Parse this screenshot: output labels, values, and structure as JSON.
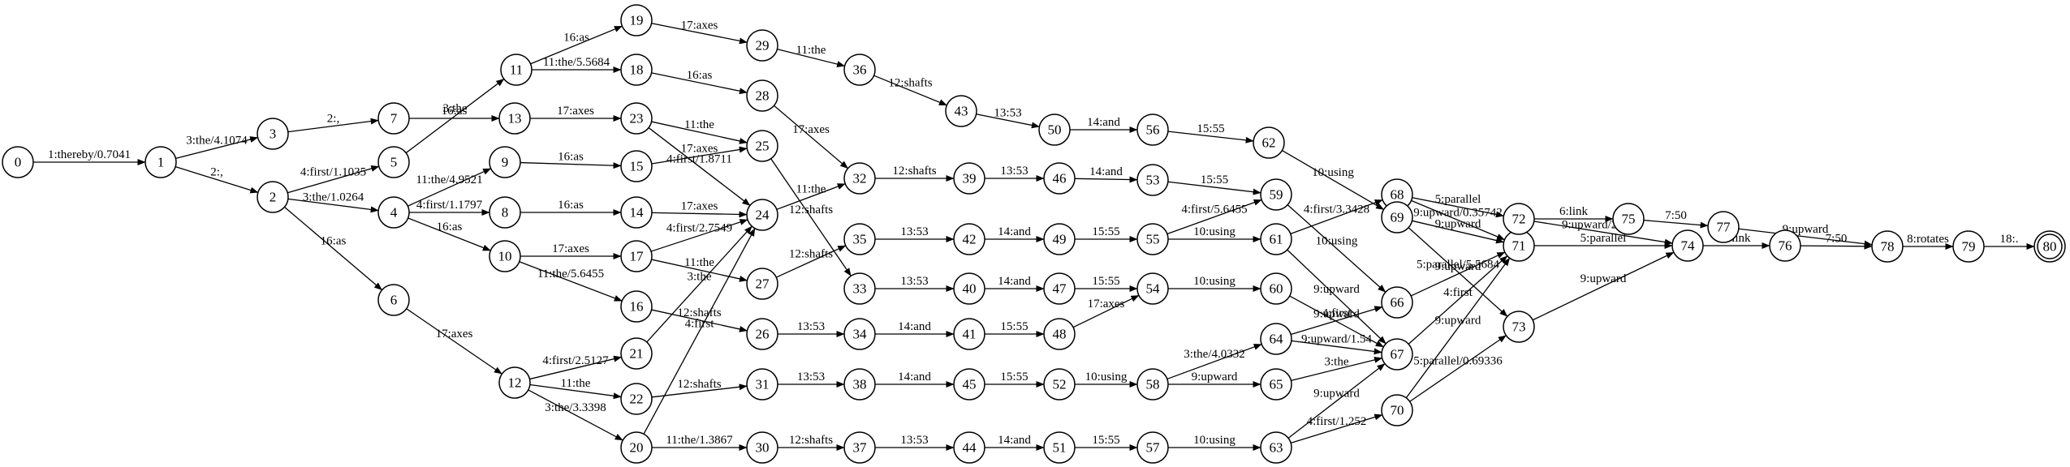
{
  "graph": {
    "start_node": "0",
    "final_node": "80",
    "nodes": [
      "0",
      "1",
      "2",
      "3",
      "4",
      "5",
      "6",
      "7",
      "8",
      "9",
      "10",
      "11",
      "12",
      "13",
      "14",
      "15",
      "16",
      "17",
      "18",
      "19",
      "20",
      "21",
      "22",
      "23",
      "24",
      "25",
      "26",
      "27",
      "28",
      "29",
      "30",
      "31",
      "32",
      "33",
      "34",
      "35",
      "36",
      "37",
      "38",
      "39",
      "40",
      "41",
      "42",
      "43",
      "44",
      "45",
      "46",
      "47",
      "48",
      "49",
      "50",
      "51",
      "52",
      "53",
      "54",
      "55",
      "56",
      "57",
      "58",
      "59",
      "60",
      "61",
      "62",
      "63",
      "64",
      "65",
      "66",
      "67",
      "68",
      "69",
      "70",
      "71",
      "72",
      "73",
      "74",
      "75",
      "76",
      "77",
      "78",
      "79",
      "80"
    ],
    "edges": [
      {
        "from": "0",
        "to": "1",
        "label": "1:thereby/0.7041"
      },
      {
        "from": "1",
        "to": "3",
        "label": "3:the/4.1074"
      },
      {
        "from": "1",
        "to": "2",
        "label": "2:,"
      },
      {
        "from": "3",
        "to": "7",
        "label": "2:,"
      },
      {
        "from": "2",
        "to": "5",
        "label": "4:first/1.1035"
      },
      {
        "from": "2",
        "to": "4",
        "label": "3:the/1.0264"
      },
      {
        "from": "2",
        "to": "6",
        "label": "16:as"
      },
      {
        "from": "5",
        "to": "11",
        "label": "3:the"
      },
      {
        "from": "7",
        "to": "13",
        "label": "16:as"
      },
      {
        "from": "4",
        "to": "9",
        "label": "11:the/4.9521"
      },
      {
        "from": "4",
        "to": "8",
        "label": "4:first/1.1797"
      },
      {
        "from": "4",
        "to": "10",
        "label": "16:as"
      },
      {
        "from": "6",
        "to": "12",
        "label": "17:axes"
      },
      {
        "from": "11",
        "to": "19",
        "label": "16:as"
      },
      {
        "from": "11",
        "to": "18",
        "label": "11:the/5.5684"
      },
      {
        "from": "13",
        "to": "23",
        "label": "17:axes"
      },
      {
        "from": "9",
        "to": "15",
        "label": "16:as"
      },
      {
        "from": "8",
        "to": "14",
        "label": "16:as"
      },
      {
        "from": "10",
        "to": "17",
        "label": "17:axes"
      },
      {
        "from": "10",
        "to": "16",
        "label": "11:the/5.6455"
      },
      {
        "from": "12",
        "to": "21",
        "label": "4:first/2.5127"
      },
      {
        "from": "12",
        "to": "22",
        "label": "11:the"
      },
      {
        "from": "12",
        "to": "20",
        "label": "3:the/3.3398"
      },
      {
        "from": "19",
        "to": "29",
        "label": "17:axes"
      },
      {
        "from": "18",
        "to": "28",
        "label": "16:as"
      },
      {
        "from": "23",
        "to": "25",
        "label": "11:the"
      },
      {
        "from": "23",
        "to": "24",
        "label": "4:first/1.8711"
      },
      {
        "from": "15",
        "to": "25",
        "label": "17:axes"
      },
      {
        "from": "14",
        "to": "24",
        "label": "17:axes"
      },
      {
        "from": "17",
        "to": "24",
        "label": "4:first/2.7549"
      },
      {
        "from": "17",
        "to": "27",
        "label": "11:the"
      },
      {
        "from": "16",
        "to": "26",
        "label": "12:shafts"
      },
      {
        "from": "21",
        "to": "24",
        "label": "3:the"
      },
      {
        "from": "22",
        "to": "31",
        "label": "12:shafts"
      },
      {
        "from": "20",
        "to": "24",
        "label": "4:first"
      },
      {
        "from": "20",
        "to": "30",
        "label": "11:the/1.3867"
      },
      {
        "from": "29",
        "to": "36",
        "label": "11:the"
      },
      {
        "from": "28",
        "to": "32",
        "label": "17:axes"
      },
      {
        "from": "25",
        "to": "33",
        "label": "12:shafts"
      },
      {
        "from": "24",
        "to": "32",
        "label": "11:the"
      },
      {
        "from": "27",
        "to": "35",
        "label": "12:shafts"
      },
      {
        "from": "26",
        "to": "34",
        "label": "13:53"
      },
      {
        "from": "31",
        "to": "38",
        "label": "13:53"
      },
      {
        "from": "30",
        "to": "37",
        "label": "12:shafts"
      },
      {
        "from": "36",
        "to": "43",
        "label": "12:shafts"
      },
      {
        "from": "32",
        "to": "39",
        "label": "12:shafts"
      },
      {
        "from": "35",
        "to": "42",
        "label": "13:53"
      },
      {
        "from": "33",
        "to": "40",
        "label": "13:53"
      },
      {
        "from": "34",
        "to": "41",
        "label": "14:and"
      },
      {
        "from": "38",
        "to": "45",
        "label": "14:and"
      },
      {
        "from": "37",
        "to": "44",
        "label": "13:53"
      },
      {
        "from": "43",
        "to": "50",
        "label": "13:53"
      },
      {
        "from": "39",
        "to": "46",
        "label": "13:53"
      },
      {
        "from": "42",
        "to": "49",
        "label": "14:and"
      },
      {
        "from": "40",
        "to": "47",
        "label": "14:and"
      },
      {
        "from": "41",
        "to": "48",
        "label": "15:55"
      },
      {
        "from": "45",
        "to": "52",
        "label": "15:55"
      },
      {
        "from": "44",
        "to": "51",
        "label": "14:and"
      },
      {
        "from": "50",
        "to": "56",
        "label": "14:and"
      },
      {
        "from": "46",
        "to": "53",
        "label": "14:and"
      },
      {
        "from": "49",
        "to": "55",
        "label": "15:55"
      },
      {
        "from": "47",
        "to": "54",
        "label": "15:55"
      },
      {
        "from": "48",
        "to": "54",
        "label": "17:axes"
      },
      {
        "from": "52",
        "to": "58",
        "label": "10:using"
      },
      {
        "from": "51",
        "to": "57",
        "label": "15:55"
      },
      {
        "from": "56",
        "to": "62",
        "label": "15:55"
      },
      {
        "from": "53",
        "to": "59",
        "label": "15:55"
      },
      {
        "from": "55",
        "to": "59",
        "label": "4:first/5.6455"
      },
      {
        "from": "55",
        "to": "61",
        "label": "10:using"
      },
      {
        "from": "54",
        "to": "60",
        "label": "10:using"
      },
      {
        "from": "58",
        "to": "64",
        "label": "3:the/4.0332"
      },
      {
        "from": "58",
        "to": "65",
        "label": "9:upward"
      },
      {
        "from": "57",
        "to": "63",
        "label": "10:using"
      },
      {
        "from": "62",
        "to": "69",
        "label": "10:using"
      },
      {
        "from": "59",
        "to": "66",
        "label": "10:using"
      },
      {
        "from": "61",
        "to": "68",
        "label": "4:first/3.3428"
      },
      {
        "from": "61",
        "to": "67",
        "label": "9:upward"
      },
      {
        "from": "60",
        "to": "67",
        "label": "9:upward"
      },
      {
        "from": "64",
        "to": "66",
        "label": "4:first"
      },
      {
        "from": "64",
        "to": "67",
        "label": "9:upward/1.54"
      },
      {
        "from": "65",
        "to": "67",
        "label": "3:the"
      },
      {
        "from": "63",
        "to": "67",
        "label": "9:upward"
      },
      {
        "from": "63",
        "to": "70",
        "label": "4:first/1.252"
      },
      {
        "from": "68",
        "to": "72",
        "label": "5:parallel"
      },
      {
        "from": "68",
        "to": "71",
        "label": "9:upward/0.35742"
      },
      {
        "from": "69",
        "to": "71",
        "label": "9:upward"
      },
      {
        "from": "69",
        "to": "73",
        "label": "5:parallel/5.5684"
      },
      {
        "from": "66",
        "to": "71",
        "label": "9:upward"
      },
      {
        "from": "67",
        "to": "71",
        "label": "4:first"
      },
      {
        "from": "70",
        "to": "71",
        "label": "9:upward"
      },
      {
        "from": "70",
        "to": "73",
        "label": "5:parallel/0.69336"
      },
      {
        "from": "72",
        "to": "75",
        "label": "6:link"
      },
      {
        "from": "72",
        "to": "74",
        "label": "9:upward/2.3027"
      },
      {
        "from": "71",
        "to": "74",
        "label": "5:parallel"
      },
      {
        "from": "73",
        "to": "74",
        "label": "9:upward"
      },
      {
        "from": "75",
        "to": "77",
        "label": "7:50"
      },
      {
        "from": "74",
        "to": "76",
        "label": "6:link"
      },
      {
        "from": "77",
        "to": "78",
        "label": "9:upward"
      },
      {
        "from": "76",
        "to": "78",
        "label": "7:50"
      },
      {
        "from": "78",
        "to": "79",
        "label": "8:rotates"
      },
      {
        "from": "79",
        "to": "80",
        "label": "18:."
      }
    ]
  }
}
